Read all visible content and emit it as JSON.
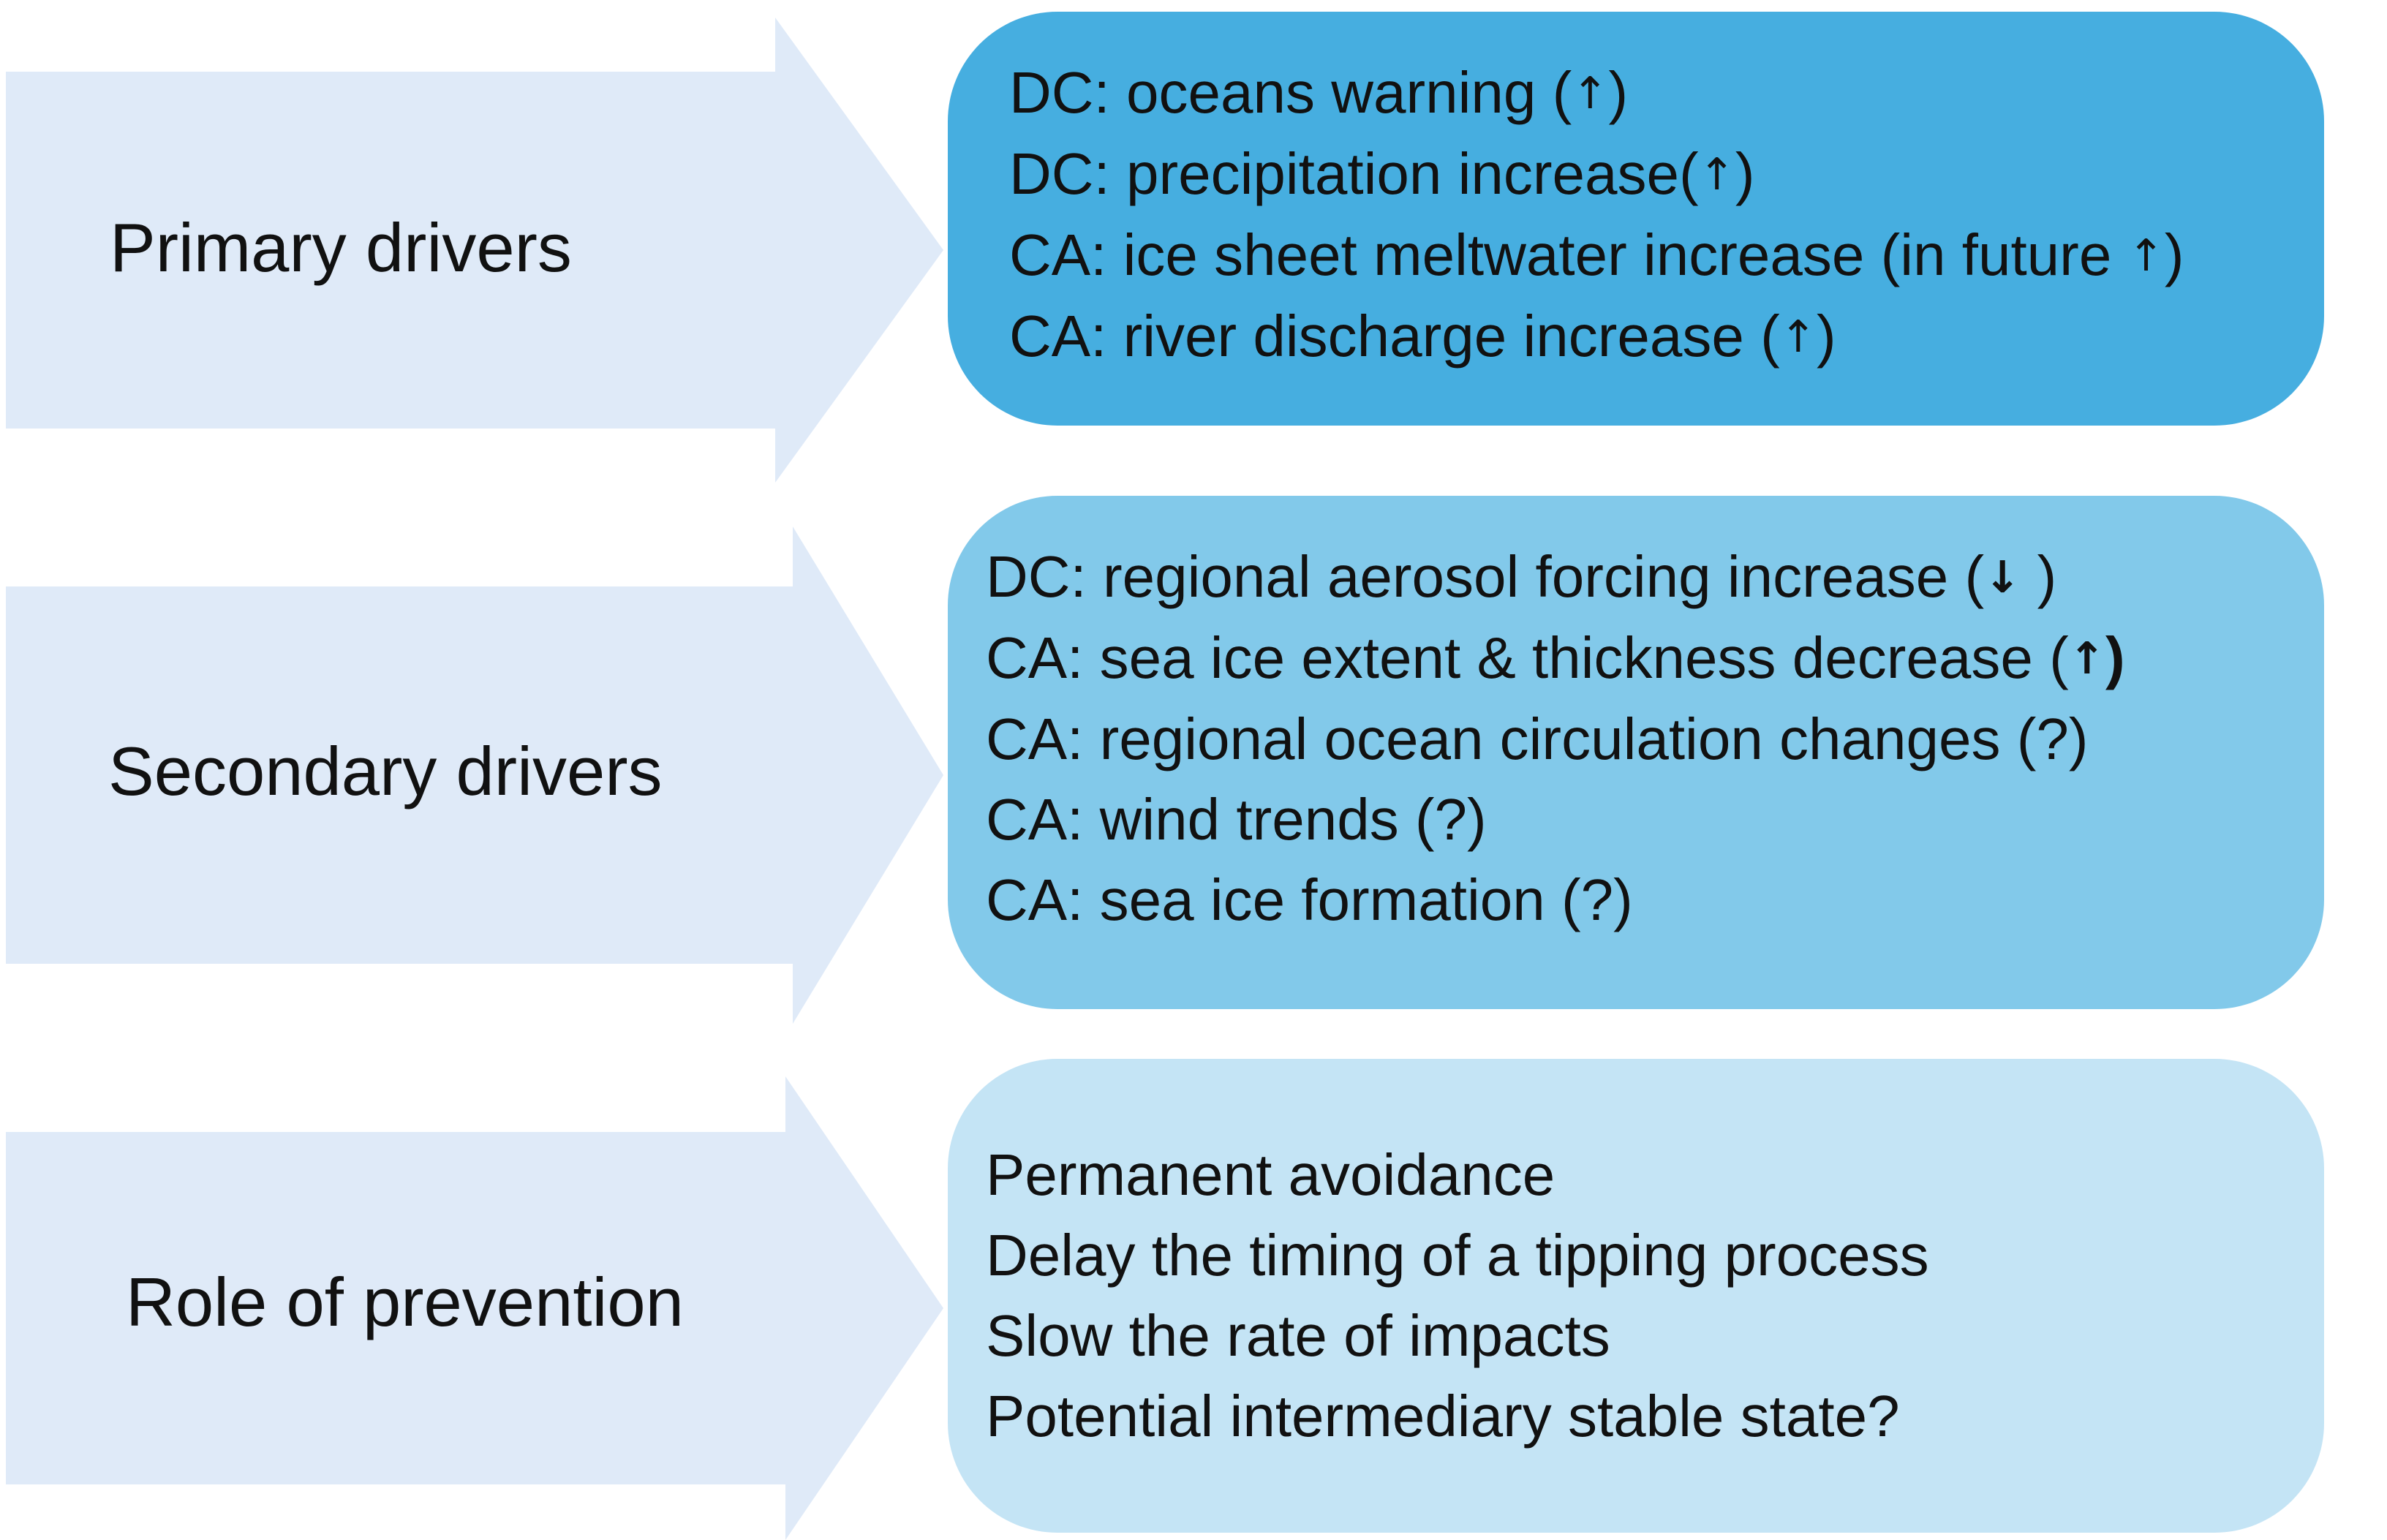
{
  "colors": {
    "arrow_fill": "#dfeaf8",
    "primary_box": "#46aee0",
    "secondary_box": "#82c9ea",
    "prevention_box": "#c4e4f5"
  },
  "rows": [
    {
      "label": "Primary drivers",
      "lines": [
        {
          "text": "DC: oceans warning (",
          "symbol": "↑",
          "suffix": ")",
          "symbol_bold": false
        },
        {
          "text": "DC: precipitation increase(",
          "symbol": "↑",
          "suffix": ")",
          "symbol_bold": false
        },
        {
          "text": "CA: ice sheet meltwater increase (in future ",
          "symbol": "↑",
          "suffix": ")",
          "symbol_bold": false
        },
        {
          "text": "CA: river discharge increase (",
          "symbol": "↑",
          "suffix": ")",
          "symbol_bold": false
        }
      ]
    },
    {
      "label": "Secondary drivers",
      "lines": [
        {
          "text": "DC: regional aerosol forcing increase (",
          "symbol": "↓",
          "suffix": " )",
          "symbol_bold": true
        },
        {
          "text": "CA: sea ice extent & thickness decrease (",
          "symbol": "↑",
          "suffix": ")",
          "symbol_bold": true
        },
        {
          "text": "CA: regional ocean circulation changes (?)",
          "symbol": "",
          "suffix": "",
          "symbol_bold": false
        },
        {
          "text": "CA: wind trends (?)",
          "symbol": "",
          "suffix": "",
          "symbol_bold": false
        },
        {
          "text": "CA: sea ice formation (?)",
          "symbol": "",
          "suffix": "",
          "symbol_bold": false
        }
      ]
    },
    {
      "label": "Role of prevention",
      "lines": [
        {
          "text": "Permanent avoidance",
          "symbol": "",
          "suffix": "",
          "symbol_bold": false
        },
        {
          "text": "Delay the timing of a tipping process",
          "symbol": "",
          "suffix": "",
          "symbol_bold": false
        },
        {
          "text": "Slow the rate of impacts",
          "symbol": "",
          "suffix": "",
          "symbol_bold": false
        },
        {
          "text": "Potential intermediary stable state?",
          "symbol": "",
          "suffix": "",
          "symbol_bold": false
        }
      ]
    }
  ]
}
